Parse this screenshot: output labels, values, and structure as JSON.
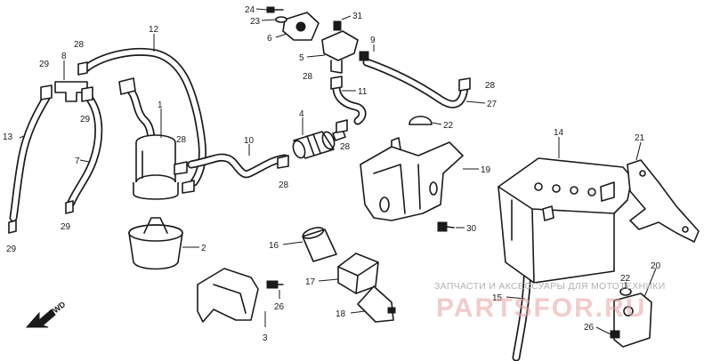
{
  "labels": {
    "n1": "1",
    "n2": "2",
    "n3": "3",
    "n4": "4",
    "n5": "5",
    "n6": "6",
    "n7": "7",
    "n8": "8",
    "n9": "9",
    "n10": "10",
    "n11": "11",
    "n12": "12",
    "n13": "13",
    "n14": "14",
    "n15": "15",
    "n16": "16",
    "n17": "17",
    "n18": "18",
    "n19": "19",
    "n20": "20",
    "n21": "21",
    "n22a": "22",
    "n22b": "22",
    "n23": "23",
    "n24": "24",
    "n26a": "26",
    "n26b": "26",
    "n27": "27",
    "n28a": "28",
    "n28b": "28",
    "n28c": "28",
    "n28d": "28",
    "n28e": "28",
    "n28f": "28",
    "n29a": "29",
    "n29b": "29",
    "n29c": "29",
    "n29d": "29",
    "n30": "30",
    "n31": "31"
  },
  "fwd_label": "FWD",
  "watermark": {
    "line1": "ЗАПЧАСТИ И АКСЕССУАРЫ ДЛЯ МОТОТЕХНИКИ",
    "line2": "PARTSFOR.RU"
  },
  "colors": {
    "ink": "#1a1a1a",
    "watermark_red": "#e8a0a0",
    "watermark_gray": "#b0b0b0"
  }
}
